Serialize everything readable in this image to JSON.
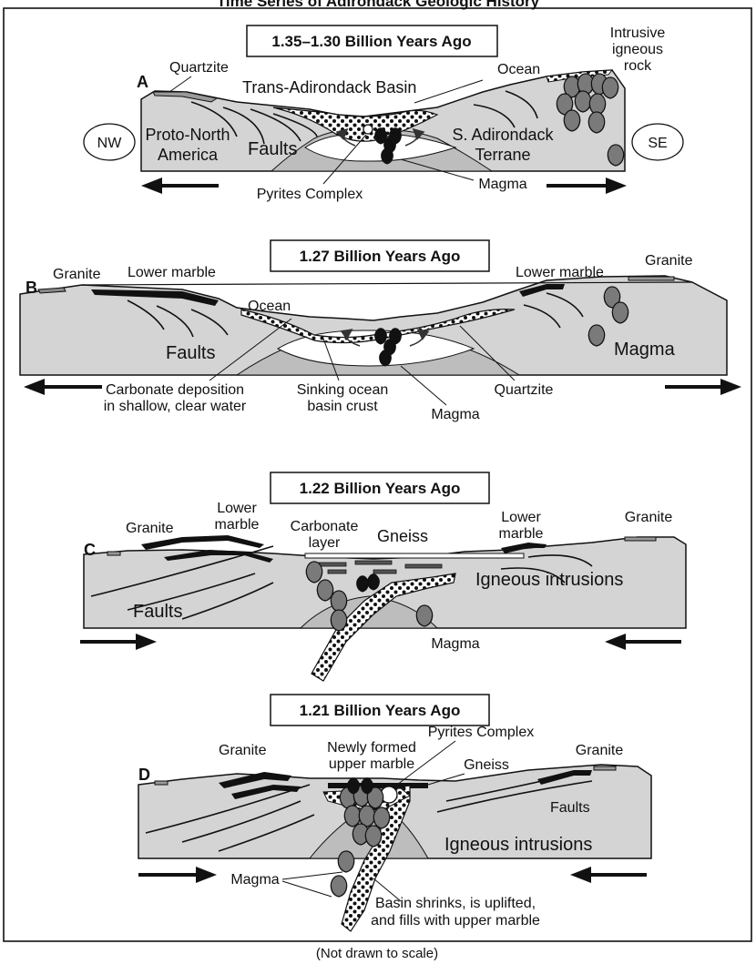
{
  "header": {
    "title_fragment": "Time Series of Adirondack Geologic History"
  },
  "footer": {
    "note": "(Not drawn to scale)"
  },
  "panels": {
    "a": {
      "marker": "A",
      "title": "1.35–1.30 Billion Years Ago",
      "labels": {
        "quartzite": "Quartzite",
        "basin": "Trans-Adirondack Basin",
        "ocean": "Ocean",
        "intrusive_1": "Intrusive",
        "intrusive_2": "igneous",
        "intrusive_3": "rock",
        "nw": "NW",
        "se": "SE",
        "proto_1": "Proto-North",
        "proto_2": "America",
        "faults": "Faults",
        "terrane_1": "S. Adirondack",
        "terrane_2": "Terrane",
        "pyrites": "Pyrites Complex",
        "magma": "Magma"
      }
    },
    "b": {
      "marker": "B",
      "title": "1.27 Billion Years Ago",
      "labels": {
        "granite_left": "Granite",
        "lower_marble_left": "Lower marble",
        "lower_marble_right": "Lower marble",
        "granite_right": "Granite",
        "ocean": "Ocean",
        "faults": "Faults",
        "magma_right": "Magma",
        "carbonate_1": "Carbonate deposition",
        "carbonate_2": "in shallow, clear water",
        "sinking_1": "Sinking ocean",
        "sinking_2": "basin crust",
        "quartzite": "Quartzite",
        "magma_bottom": "Magma"
      }
    },
    "c": {
      "marker": "C",
      "title": "1.22 Billion Years Ago",
      "labels": {
        "granite_left": "Granite",
        "lower_marble_left_1": "Lower",
        "lower_marble_left_2": "marble",
        "carbonate_1": "Carbonate",
        "carbonate_2": "layer",
        "gneiss": "Gneiss",
        "lower_marble_right_1": "Lower",
        "lower_marble_right_2": "marble",
        "granite_right": "Granite",
        "faults": "Faults",
        "igneous": "Igneous intrusions",
        "magma": "Magma"
      }
    },
    "d": {
      "marker": "D",
      "title": "1.21 Billion Years Ago",
      "labels": {
        "granite_left": "Granite",
        "new_marble_1": "Newly formed",
        "new_marble_2": "upper marble",
        "pyrites": "Pyrites Complex",
        "gneiss": "Gneiss",
        "granite_right": "Granite",
        "faults": "Faults",
        "igneous": "Igneous intrusions",
        "magma": "Magma",
        "basin_1": "Basin shrinks, is uplifted,",
        "basin_2": "and fills with upper marble"
      }
    }
  }
}
